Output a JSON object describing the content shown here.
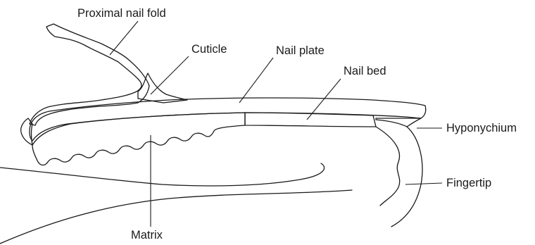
{
  "labels": {
    "proximal_nail_fold": "Proximal nail fold",
    "cuticle": "Cuticle",
    "nail_plate": "Nail plate",
    "nail_bed": "Nail bed",
    "hyponychium": "Hyponychium",
    "fingertip": "Fingertip",
    "matrix": "Matrix"
  },
  "colors": {
    "proximal_nail_fold": "#4d4d4d",
    "matrix": "#bdbdbd",
    "nail_bed": "#dedede",
    "hyponychium": "#1a1a1a",
    "outline": "#1a1a1a"
  }
}
